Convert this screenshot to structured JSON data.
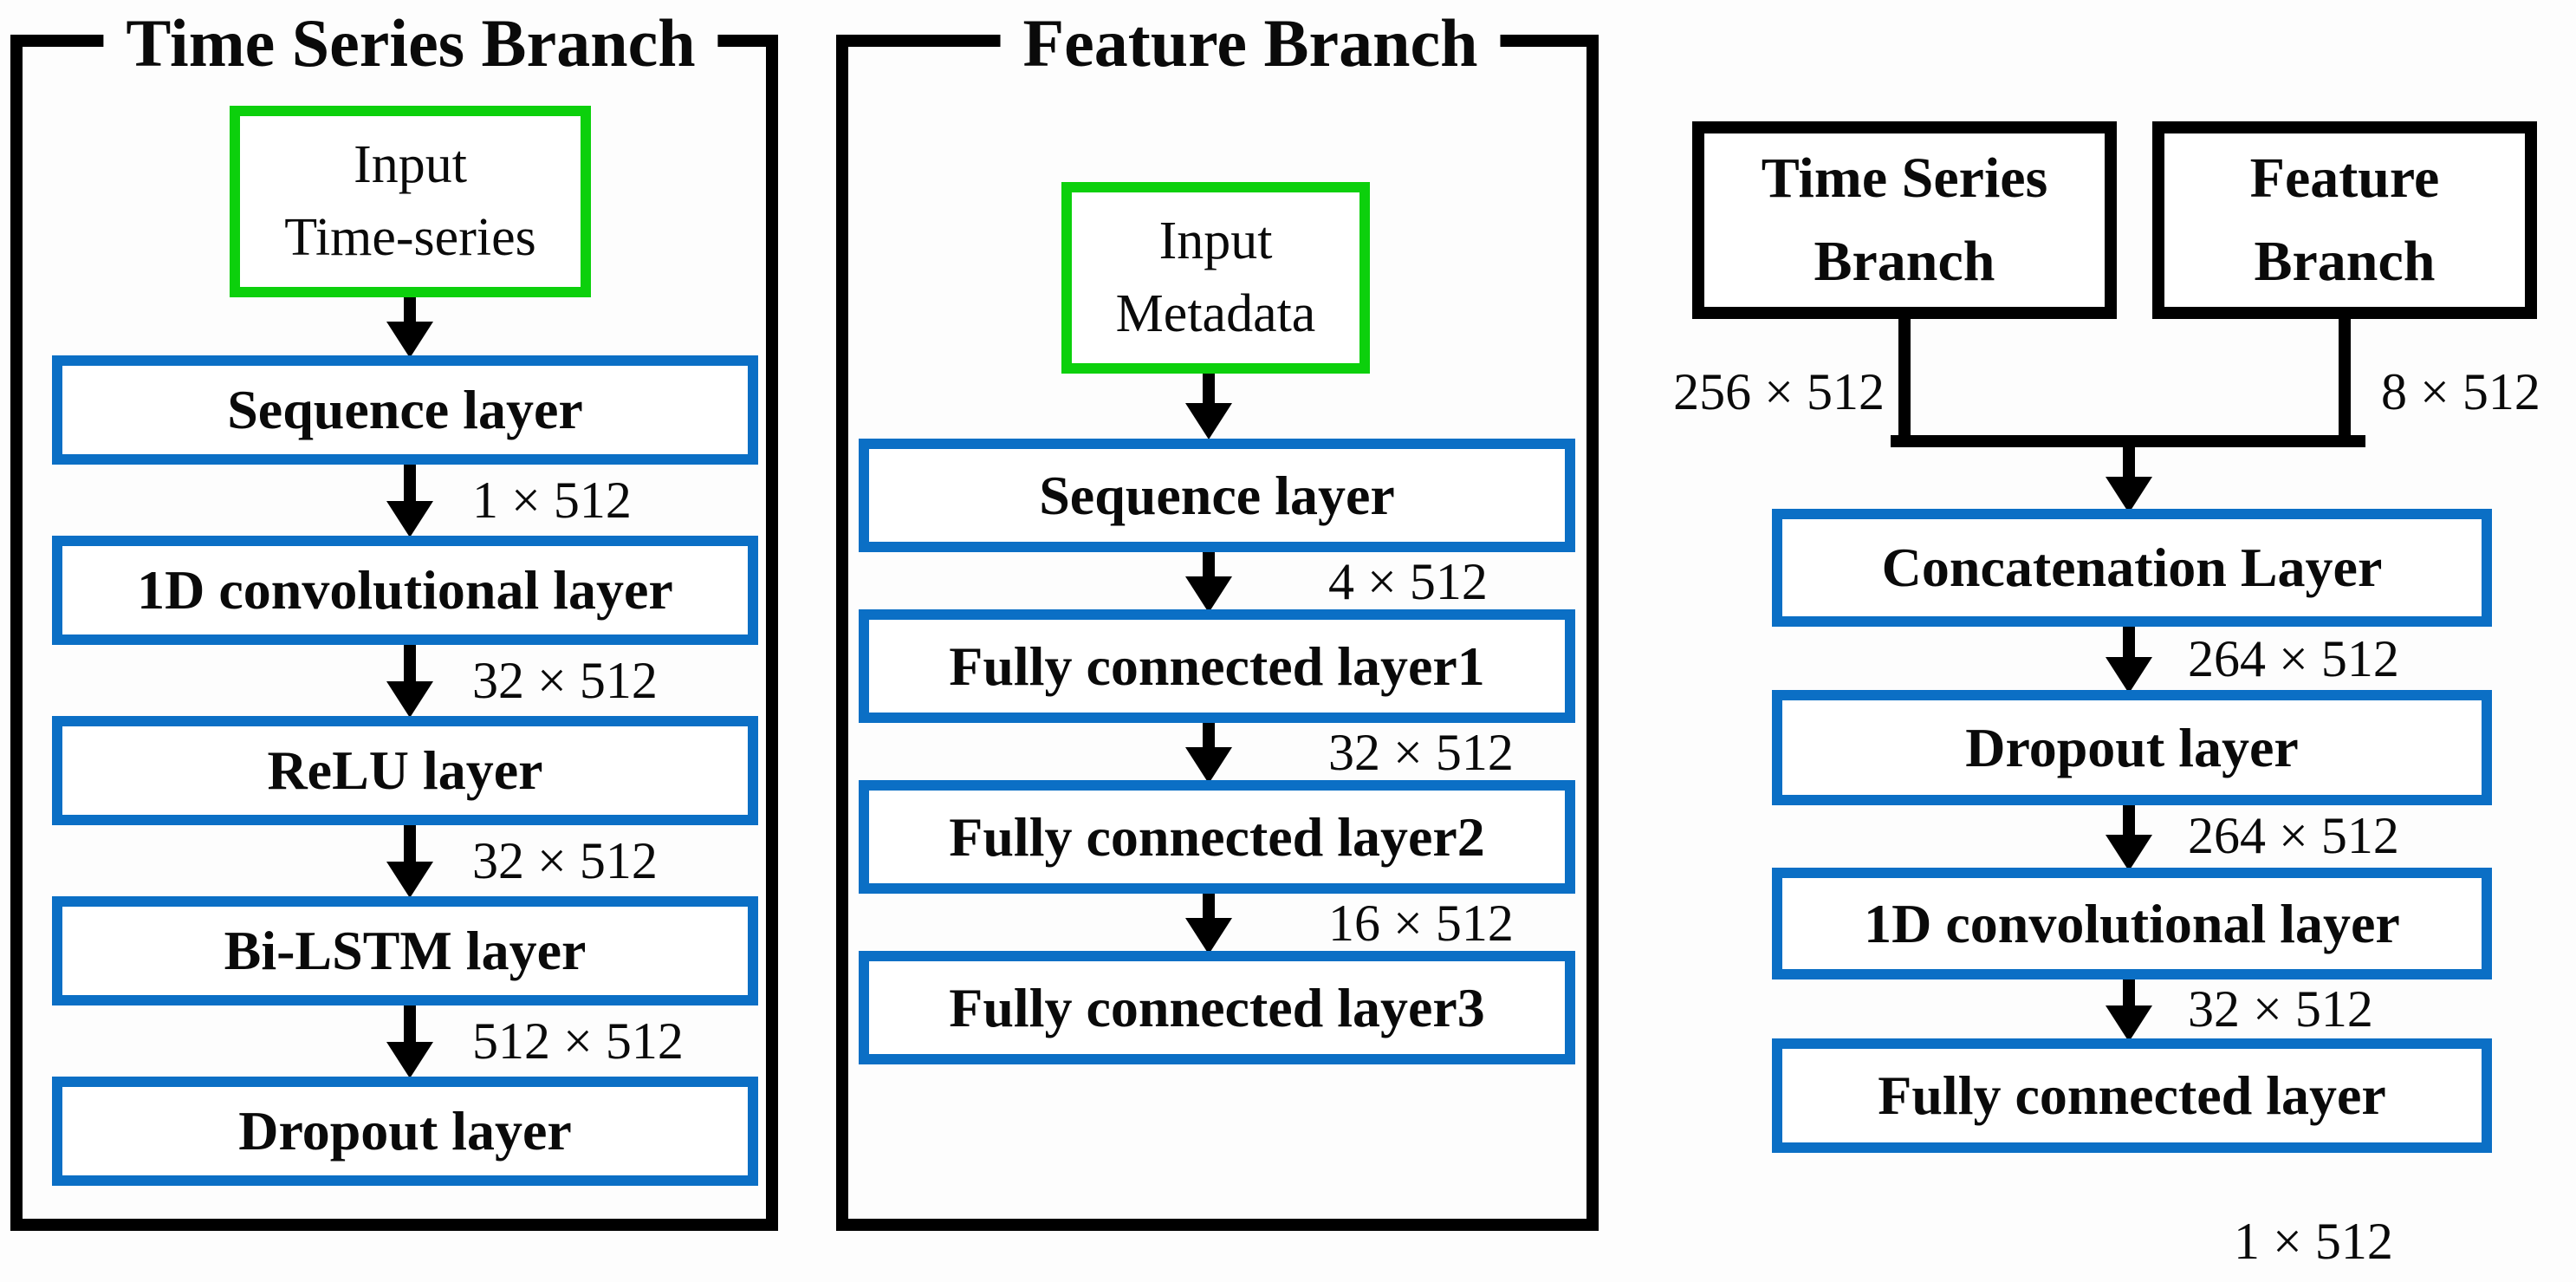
{
  "colors": {
    "layer_blue": "#0b6fc5",
    "input_green": "#0cd00c",
    "line_black": "#000000"
  },
  "panels": {
    "time_series_branch": {
      "title": "Time Series Branch",
      "input": {
        "line1": "Input",
        "line2": "Time-series"
      },
      "layers": [
        "Sequence layer",
        "1D convolutional layer",
        "ReLU layer",
        "Bi-LSTM layer",
        "Dropout layer"
      ],
      "dims": [
        "1 × 512",
        "32 × 512",
        "32 × 512",
        "512 × 512"
      ]
    },
    "feature_branch": {
      "title": "Feature Branch",
      "input": {
        "line1": "Input",
        "line2": "Metadata"
      },
      "layers": [
        "Sequence layer",
        "Fully connected layer1",
        "Fully connected layer2",
        "Fully connected layer3"
      ],
      "dims": [
        "4 × 512",
        "32 × 512",
        "16 × 512"
      ]
    },
    "merge": {
      "sources": [
        {
          "line1": "Time Series",
          "line2": "Branch",
          "dim": "256 × 512"
        },
        {
          "line1": "Feature",
          "line2": "Branch",
          "dim": "8 × 512"
        }
      ],
      "layers": [
        "Concatenation Layer",
        "Dropout layer",
        "1D convolutional layer",
        "Fully connected layer"
      ],
      "dims": [
        "264 × 512",
        "264 × 512",
        "32 × 512"
      ],
      "output_dim": "1 × 512"
    }
  }
}
